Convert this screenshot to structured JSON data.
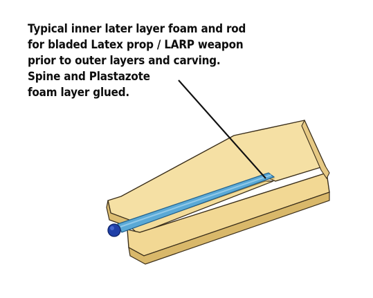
{
  "caption": {
    "lines": [
      "Typical inner later layer foam and rod",
      "for bladed Latex prop / LARP weapon",
      "prior to outer layers and carving.",
      "Spine and Plastazote",
      "foam layer glued."
    ]
  },
  "illustration": {
    "foam_color": "#f3dc9a",
    "foam_shadow_color": "#d9b86a",
    "rod_color": "#5aa9d6",
    "rod_end_color": "#1f3fa8",
    "outline_color": "#3a2e1a",
    "pointer_color": "#111111"
  }
}
